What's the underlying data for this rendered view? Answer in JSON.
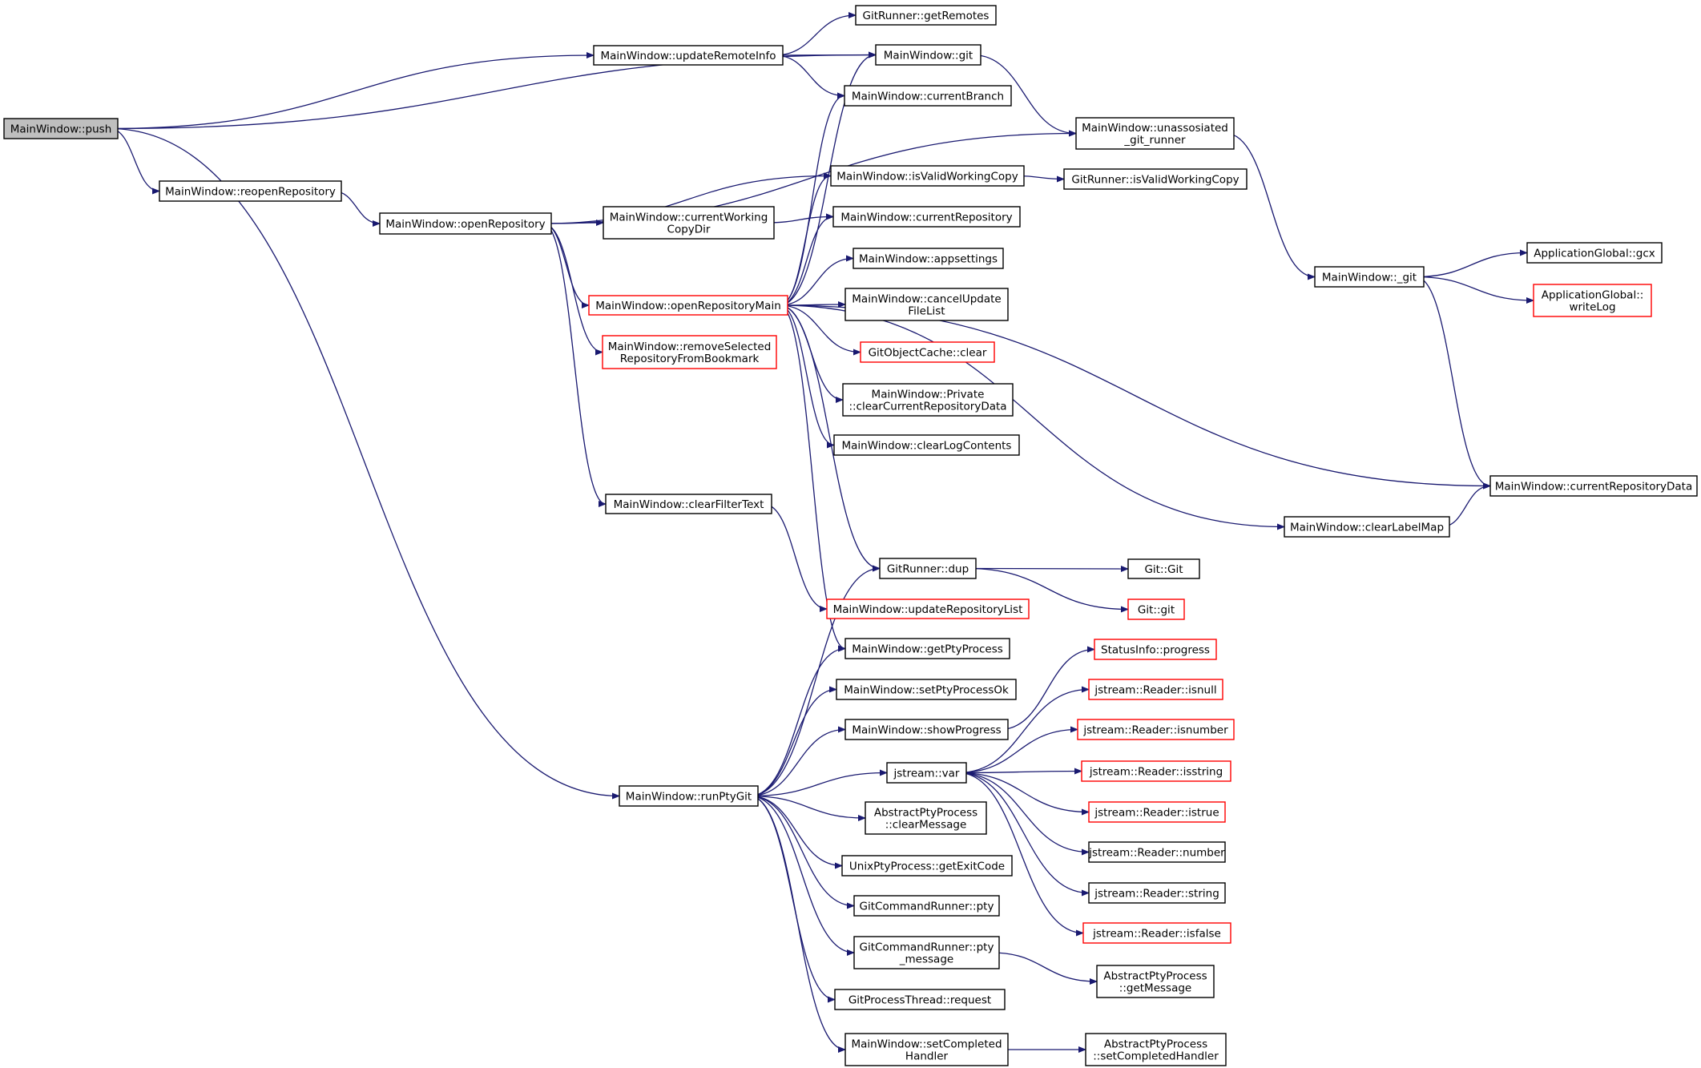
{
  "graph": {
    "type": "call-graph",
    "colors": {
      "edge": "#191970",
      "node_border": "#000000",
      "truncated_node_border": "#ff0000",
      "root_fill": "#bfbfbf",
      "node_fill": "#ffffff"
    },
    "nodes": [
      {
        "id": "push",
        "lines": [
          "MainWindow::push"
        ],
        "root": true
      },
      {
        "id": "updateRemoteInfo",
        "lines": [
          "MainWindow::updateRemoteInfo"
        ]
      },
      {
        "id": "getRemotes",
        "lines": [
          "GitRunner::getRemotes"
        ]
      },
      {
        "id": "mw_git",
        "lines": [
          "MainWindow::git"
        ]
      },
      {
        "id": "currentBranch",
        "lines": [
          "MainWindow::currentBranch"
        ]
      },
      {
        "id": "unassosiated",
        "lines": [
          "MainWindow::unassosiated",
          "_git_runner"
        ]
      },
      {
        "id": "reopenRepository",
        "lines": [
          "MainWindow::reopenRepository"
        ]
      },
      {
        "id": "openRepository",
        "lines": [
          "MainWindow::openRepository"
        ]
      },
      {
        "id": "isValidWorkingCopy",
        "lines": [
          "MainWindow::isValidWorkingCopy"
        ]
      },
      {
        "id": "gr_isValidWorkingCopy",
        "lines": [
          "GitRunner::isValidWorkingCopy"
        ]
      },
      {
        "id": "currentWorkingCopyDir",
        "lines": [
          "MainWindow::currentWorking",
          "CopyDir"
        ]
      },
      {
        "id": "currentRepository",
        "lines": [
          "MainWindow::currentRepository"
        ]
      },
      {
        "id": "appsettings",
        "lines": [
          "MainWindow::appsettings"
        ]
      },
      {
        "id": "openRepositoryMain",
        "lines": [
          "MainWindow::openRepositoryMain"
        ],
        "truncated": true
      },
      {
        "id": "cancelUpdateFileList",
        "lines": [
          "MainWindow::cancelUpdate",
          "FileList"
        ]
      },
      {
        "id": "removeSelected",
        "lines": [
          "MainWindow::removeSelected",
          "RepositoryFromBookmark"
        ],
        "truncated": true
      },
      {
        "id": "gocClear",
        "lines": [
          "GitObjectCache::clear"
        ],
        "truncated": true
      },
      {
        "id": "privClear",
        "lines": [
          "MainWindow::Private",
          "::clearCurrentRepositoryData"
        ]
      },
      {
        "id": "clearLogContents",
        "lines": [
          "MainWindow::clearLogContents"
        ]
      },
      {
        "id": "_git",
        "lines": [
          "MainWindow::_git"
        ]
      },
      {
        "id": "gcx",
        "lines": [
          "ApplicationGlobal::gcx"
        ]
      },
      {
        "id": "writeLog",
        "lines": [
          "ApplicationGlobal::",
          "writeLog"
        ],
        "truncated": true
      },
      {
        "id": "currentRepositoryData",
        "lines": [
          "MainWindow::currentRepositoryData"
        ]
      },
      {
        "id": "clearFilterText",
        "lines": [
          "MainWindow::clearFilterText"
        ]
      },
      {
        "id": "clearLabelMap",
        "lines": [
          "MainWindow::clearLabelMap"
        ]
      },
      {
        "id": "dup",
        "lines": [
          "GitRunner::dup"
        ]
      },
      {
        "id": "gitGit",
        "lines": [
          "Git::Git"
        ]
      },
      {
        "id": "gitgit",
        "lines": [
          "Git::git"
        ],
        "truncated": true
      },
      {
        "id": "updateRepositoryList",
        "lines": [
          "MainWindow::updateRepositoryList"
        ],
        "truncated": true
      },
      {
        "id": "getPtyProcess",
        "lines": [
          "MainWindow::getPtyProcess"
        ]
      },
      {
        "id": "setPtyProcessOk",
        "lines": [
          "MainWindow::setPtyProcessOk"
        ]
      },
      {
        "id": "showProgress",
        "lines": [
          "MainWindow::showProgress"
        ]
      },
      {
        "id": "progress",
        "lines": [
          "StatusInfo::progress"
        ],
        "truncated": true
      },
      {
        "id": "isnull",
        "lines": [
          "jstream::Reader::isnull"
        ],
        "truncated": true
      },
      {
        "id": "isnumber",
        "lines": [
          "jstream::Reader::isnumber"
        ],
        "truncated": true
      },
      {
        "id": "var",
        "lines": [
          "jstream::var"
        ]
      },
      {
        "id": "isstring",
        "lines": [
          "jstream::Reader::isstring"
        ],
        "truncated": true
      },
      {
        "id": "runPtyGit",
        "lines": [
          "MainWindow::runPtyGit"
        ]
      },
      {
        "id": "istrue",
        "lines": [
          "jstream::Reader::istrue"
        ],
        "truncated": true
      },
      {
        "id": "clearMessage",
        "lines": [
          "AbstractPtyProcess",
          "::clearMessage"
        ]
      },
      {
        "id": "number",
        "lines": [
          "jstream::Reader::number"
        ]
      },
      {
        "id": "getExitCode",
        "lines": [
          "UnixPtyProcess::getExitCode"
        ]
      },
      {
        "id": "string",
        "lines": [
          "jstream::Reader::string"
        ]
      },
      {
        "id": "pty",
        "lines": [
          "GitCommandRunner::pty"
        ]
      },
      {
        "id": "isfalse",
        "lines": [
          "jstream::Reader::isfalse"
        ],
        "truncated": true
      },
      {
        "id": "pty_message",
        "lines": [
          "GitCommandRunner::pty",
          "_message"
        ]
      },
      {
        "id": "getMessage",
        "lines": [
          "AbstractPtyProcess",
          "::getMessage"
        ]
      },
      {
        "id": "request",
        "lines": [
          "GitProcessThread::request"
        ]
      },
      {
        "id": "setCompletedHandler",
        "lines": [
          "MainWindow::setCompleted",
          "Handler"
        ]
      },
      {
        "id": "apSetCompletedHandler",
        "lines": [
          "AbstractPtyProcess",
          "::setCompletedHandler"
        ]
      }
    ],
    "edges": [
      [
        "push",
        "updateRemoteInfo"
      ],
      [
        "push",
        "mw_git"
      ],
      [
        "push",
        "reopenRepository"
      ],
      [
        "push",
        "runPtyGit"
      ],
      [
        "updateRemoteInfo",
        "getRemotes"
      ],
      [
        "updateRemoteInfo",
        "mw_git"
      ],
      [
        "updateRemoteInfo",
        "currentBranch"
      ],
      [
        "mw_git",
        "unassosiated"
      ],
      [
        "unassosiated",
        "_git"
      ],
      [
        "reopenRepository",
        "openRepository"
      ],
      [
        "openRepository",
        "unassosiated"
      ],
      [
        "openRepository",
        "isValidWorkingCopy"
      ],
      [
        "openRepository",
        "currentWorkingCopyDir"
      ],
      [
        "openRepository",
        "openRepositoryMain"
      ],
      [
        "openRepository",
        "removeSelected"
      ],
      [
        "openRepository",
        "clearFilterText"
      ],
      [
        "currentWorkingCopyDir",
        "currentRepository"
      ],
      [
        "isValidWorkingCopy",
        "gr_isValidWorkingCopy"
      ],
      [
        "openRepositoryMain",
        "mw_git"
      ],
      [
        "openRepositoryMain",
        "currentBranch"
      ],
      [
        "openRepositoryMain",
        "isValidWorkingCopy"
      ],
      [
        "openRepositoryMain",
        "currentRepository"
      ],
      [
        "openRepositoryMain",
        "appsettings"
      ],
      [
        "openRepositoryMain",
        "cancelUpdateFileList"
      ],
      [
        "openRepositoryMain",
        "gocClear"
      ],
      [
        "openRepositoryMain",
        "privClear"
      ],
      [
        "openRepositoryMain",
        "clearLogContents"
      ],
      [
        "openRepositoryMain",
        "currentRepositoryData"
      ],
      [
        "openRepositoryMain",
        "clearLabelMap"
      ],
      [
        "openRepositoryMain",
        "dup"
      ],
      [
        "openRepositoryMain",
        "getPtyProcess"
      ],
      [
        "_git",
        "gcx"
      ],
      [
        "_git",
        "writeLog"
      ],
      [
        "_git",
        "currentRepositoryData"
      ],
      [
        "clearLabelMap",
        "currentRepositoryData"
      ],
      [
        "clearFilterText",
        "updateRepositoryList"
      ],
      [
        "dup",
        "gitGit"
      ],
      [
        "dup",
        "gitgit"
      ],
      [
        "runPtyGit",
        "dup"
      ],
      [
        "runPtyGit",
        "getPtyProcess"
      ],
      [
        "runPtyGit",
        "setPtyProcessOk"
      ],
      [
        "runPtyGit",
        "showProgress"
      ],
      [
        "runPtyGit",
        "var"
      ],
      [
        "runPtyGit",
        "clearMessage"
      ],
      [
        "runPtyGit",
        "getExitCode"
      ],
      [
        "runPtyGit",
        "pty"
      ],
      [
        "runPtyGit",
        "pty_message"
      ],
      [
        "runPtyGit",
        "request"
      ],
      [
        "runPtyGit",
        "setCompletedHandler"
      ],
      [
        "showProgress",
        "progress"
      ],
      [
        "var",
        "isnull"
      ],
      [
        "var",
        "isnumber"
      ],
      [
        "var",
        "isstring"
      ],
      [
        "var",
        "istrue"
      ],
      [
        "var",
        "number"
      ],
      [
        "var",
        "string"
      ],
      [
        "var",
        "isfalse"
      ],
      [
        "pty_message",
        "getMessage"
      ],
      [
        "setCompletedHandler",
        "apSetCompletedHandler"
      ]
    ]
  }
}
